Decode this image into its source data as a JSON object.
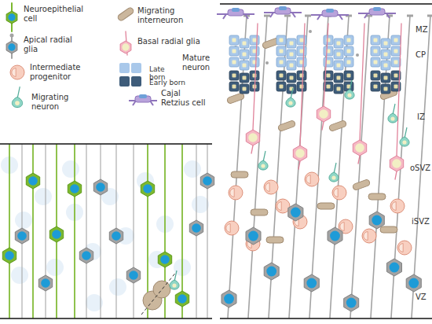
{
  "diagram": {
    "labels": [
      "MZ",
      "CP",
      "IZ",
      "oSVZ",
      "iSVZ",
      "VZ"
    ],
    "legend": [
      {
        "text": "Neuroepithelial cell"
      },
      {
        "text": "Apical radial glia"
      },
      {
        "text": "Intermediate progenitor"
      },
      {
        "text": "Migrating neuron"
      },
      {
        "text": "Migrating interneuron"
      },
      {
        "text": "Basal radial glia"
      },
      {
        "text": "Mature neuron"
      },
      {
        "text": "Late born",
        "color": "#a9c8ea"
      },
      {
        "text": "Early born",
        "color": "#3e5c7a"
      },
      {
        "text": "Cajal Retzius cell"
      }
    ]
  }
}
